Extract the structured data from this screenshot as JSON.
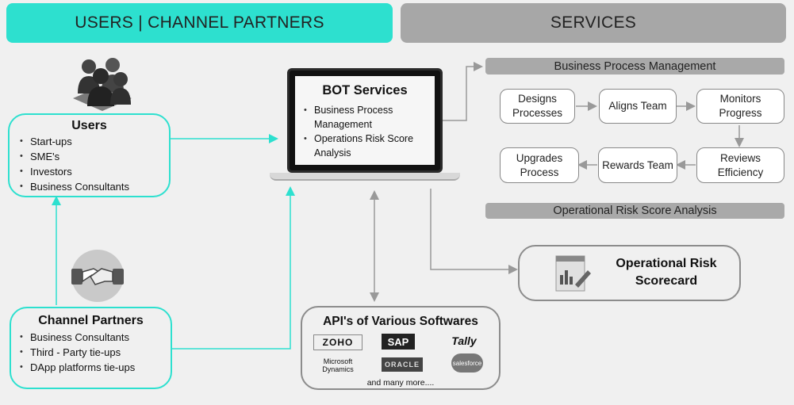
{
  "headers": {
    "users": "USERS | CHANNEL PARTNERS",
    "services": "SERVICES"
  },
  "users_box": {
    "title": "Users",
    "items": [
      "Start-ups",
      "SME's",
      "Investors",
      "Business Consultants"
    ]
  },
  "partners_box": {
    "title": "Channel Partners",
    "items": [
      "Business Consultants",
      "Third - Party tie-ups",
      "DApp platforms tie-ups"
    ]
  },
  "bot": {
    "title": "BOT Services",
    "items": [
      "Business Process Management",
      "Operations Risk Score Analysis"
    ]
  },
  "bpm_bar": "Business Process Management",
  "steps": {
    "designs": "Designs Processes",
    "aligns": "Aligns Team",
    "monitors": "Monitors Progress",
    "reviews": "Reviews Efficiency",
    "rewards": "Rewards Team",
    "upgrades": "Upgrades Process"
  },
  "ora_bar": "Operational Risk Score Analysis",
  "scorecard": {
    "title": "Operational Risk Scorecard"
  },
  "apis": {
    "title": "API's of Various Softwares",
    "logos": [
      "ZOHO",
      "SAP",
      "Tally",
      "Microsoft Dynamics",
      "ORACLE",
      "salesforce"
    ],
    "footer": "and many more...."
  },
  "icons": [
    "users-group-icon",
    "handshake-icon",
    "scorecard-report-icon",
    "laptop-icon"
  ],
  "colors": {
    "teal": "#2de0cf",
    "grey": "#a7a7a7"
  }
}
